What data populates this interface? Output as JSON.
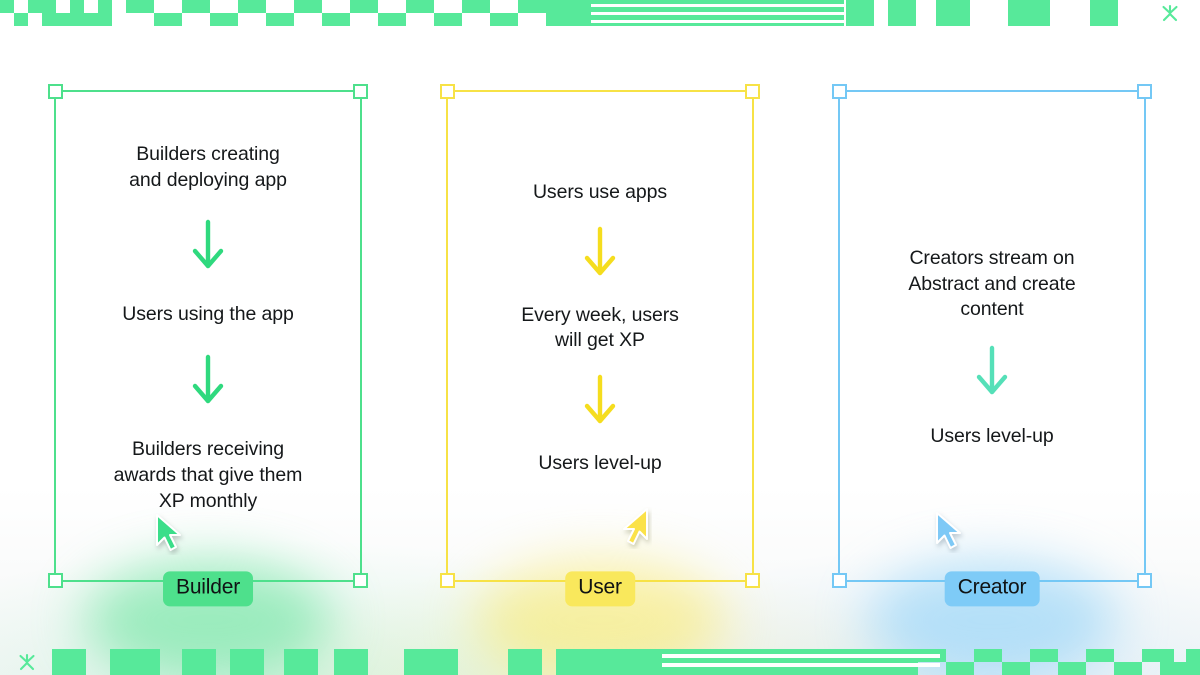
{
  "theme": {
    "background": "#ffffff",
    "text_color": "#15181a",
    "banner_color": "#57e99a",
    "green": "#4ee08c",
    "yellow": "#f7e246",
    "blue": "#74c8f5",
    "teal_arrow": "#55e0b8"
  },
  "banner": {
    "top": {
      "name": "top-pattern-banner",
      "logo": "abstract-logo-icon"
    },
    "bottom": {
      "name": "bottom-pattern-banner",
      "logo": "abstract-logo-icon"
    }
  },
  "cards": [
    {
      "id": "builder",
      "color": "#4ee08c",
      "badge_bg": "#4ee08c",
      "arrow_color": "#2fd97e",
      "cursor_color": "#3ade8a",
      "label": "Builder",
      "steps": [
        "Builders creating\nand deploying app",
        "Users using the app",
        "Builders receiving\nawards that give them\nXP monthly"
      ],
      "arrows": [
        "arrow-down-icon",
        "arrow-down-icon"
      ],
      "top_spacer": 38,
      "gap_a": 26,
      "gap_b": 26
    },
    {
      "id": "user",
      "color": "#f7e246",
      "badge_bg": "#f9e85c",
      "arrow_color": "#f5dd1e",
      "cursor_color": "#fbe24a",
      "label": "User",
      "steps": [
        "Users use apps",
        "Every week, users\nwill get XP",
        "Users level-up"
      ],
      "arrows": [
        "arrow-down-icon",
        "arrow-down-icon"
      ],
      "top_spacer": 76,
      "gap_a": 20,
      "gap_b": 20
    },
    {
      "id": "creator",
      "color": "#74c8f5",
      "badge_bg": "#7ecbf7",
      "arrow_color": "#55e0b8",
      "cursor_color": "#7ec9f6",
      "label": "Creator",
      "steps": [
        "Creators stream on\nAbstract and create\ncontent",
        "Users level-up"
      ],
      "arrows": [
        "arrow-down-icon"
      ],
      "top_spacer": 142,
      "gap_a": 22,
      "gap_b": 0
    }
  ]
}
